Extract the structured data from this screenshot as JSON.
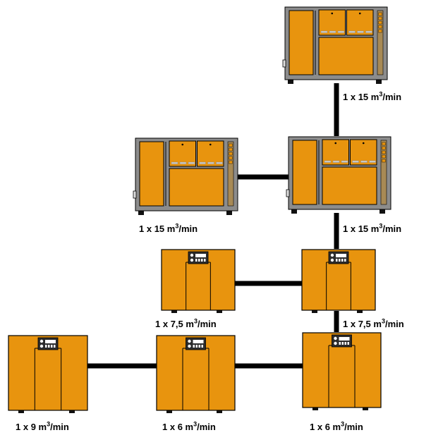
{
  "units": [
    {
      "id": "u1",
      "model": "large",
      "capacity": "1 x 15 m³/min",
      "qty": "1 x ",
      "flow": "15",
      "unit": "m",
      "exp": "3",
      "suffix": "/min"
    },
    {
      "id": "u2",
      "model": "large",
      "capacity": "1 x 15 m³/min",
      "qty": "1 x ",
      "flow": "15",
      "unit": "m",
      "exp": "3",
      "suffix": "/min"
    },
    {
      "id": "u3",
      "model": "large",
      "capacity": "1 x 15 m³/min",
      "qty": "1 x ",
      "flow": "15",
      "unit": "m",
      "exp": "3",
      "suffix": "/min"
    },
    {
      "id": "u4",
      "model": "small",
      "capacity": "1 x 7,5 m³/min",
      "qty": "1 x ",
      "flow": "7,5",
      "unit": "m",
      "exp": "3",
      "suffix": "/min"
    },
    {
      "id": "u5",
      "model": "small",
      "capacity": "1 x 7,5 m³/min",
      "qty": "1 x ",
      "flow": "7,5",
      "unit": "m",
      "exp": "3",
      "suffix": "/min"
    },
    {
      "id": "u6",
      "model": "small",
      "capacity": "1 x 9 m³/min",
      "qty": "1 x ",
      "flow": "9",
      "unit": "m",
      "exp": "3",
      "suffix": "/min"
    },
    {
      "id": "u7",
      "model": "small",
      "capacity": "1 x 6 m³/min",
      "qty": "1 x ",
      "flow": "6",
      "unit": "m",
      "exp": "3",
      "suffix": "/min"
    },
    {
      "id": "u8",
      "model": "small",
      "capacity": "1 x 6 m³/min",
      "qty": "1 x ",
      "flow": "6",
      "unit": "m",
      "exp": "3",
      "suffix": "/min"
    }
  ],
  "connections": [
    [
      "u1",
      "u3"
    ],
    [
      "u2",
      "u3"
    ],
    [
      "u3",
      "u5"
    ],
    [
      "u4",
      "u5"
    ],
    [
      "u5",
      "u8"
    ],
    [
      "u7",
      "u8"
    ],
    [
      "u6",
      "u7"
    ]
  ],
  "colors": {
    "body": "#E8940E",
    "frame": "#8C8C8C",
    "outline": "#000000",
    "pipe": "#000000",
    "panel": "#2b2b2b",
    "vent": "#cfcfcf"
  }
}
